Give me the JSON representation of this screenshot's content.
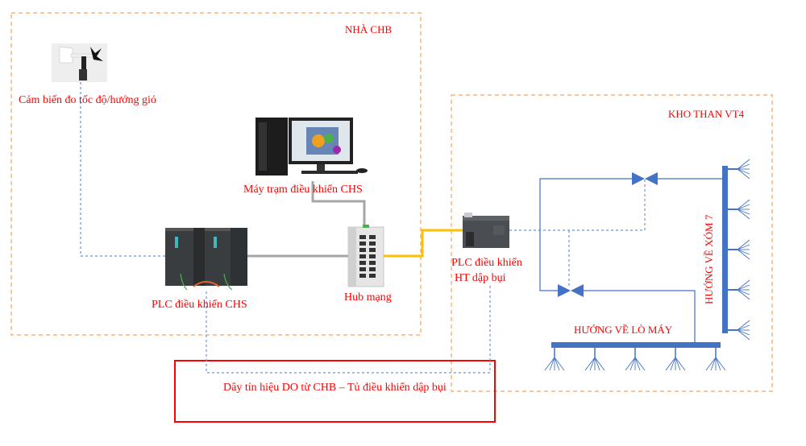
{
  "zones": {
    "nha_chb": {
      "label": "NHÀ CHB",
      "border_color": "#f4a460"
    },
    "kho_than": {
      "label": "KHO THAN VT4",
      "border_color": "#f4a460"
    }
  },
  "devices": {
    "wind_sensor": {
      "label": "Cảm biến đo tốc độ/hướng gió",
      "icon": "anemometer-icon"
    },
    "workstation": {
      "label": "Máy trạm điều khiển CHS",
      "icon": "computer-workstation-icon"
    },
    "plc_chs": {
      "label": "PLC điều khiển CHS",
      "icon": "plc-rack-icon"
    },
    "hub": {
      "label": "Hub mạng",
      "icon": "network-switch-icon"
    },
    "plc_dust": {
      "label_line1": "PLC điều khiển",
      "label_line2": "HT dập bụi",
      "icon": "plc-compact-icon"
    }
  },
  "pipes": {
    "xom7": {
      "label": "HƯỚNG VỀ XÓM 7",
      "nozzle_count": 5
    },
    "lo_may": {
      "label": "HƯỚNG VỀ LÒ MÁY",
      "nozzle_count": 5
    }
  },
  "note": {
    "label": "Dây tín hiệu DO từ CHB – Tủ điều khiển dập bụi"
  },
  "colors": {
    "label_red": "#ff0000",
    "pipe_blue": "#4472c4",
    "signal_blue": "#6f94d6",
    "ethernet_gray": "#a6a6a6",
    "ethernet_yellow": "#ffc000",
    "zone_orange": "#f4a460"
  }
}
